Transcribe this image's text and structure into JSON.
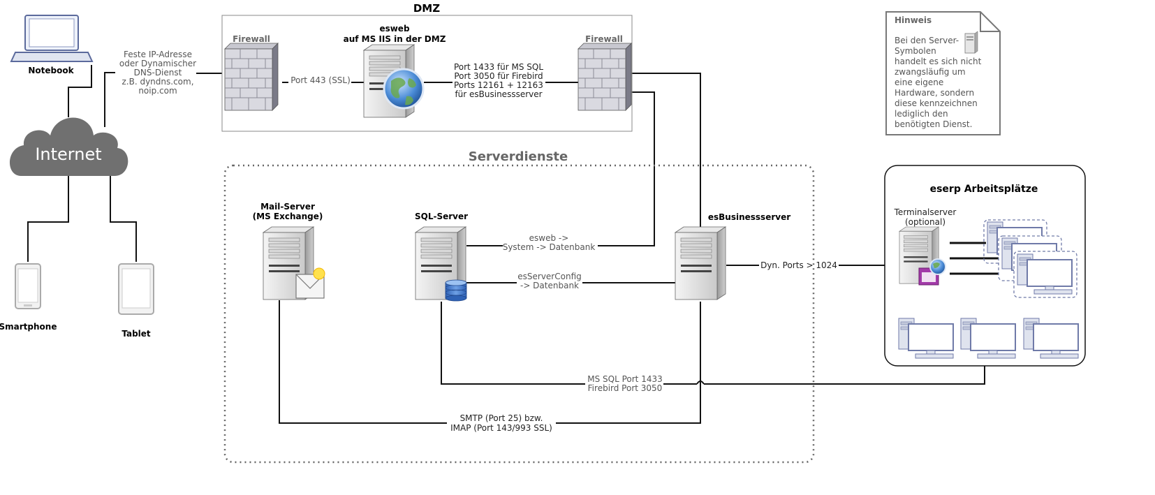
{
  "dmz": {
    "title": "DMZ",
    "firewall_left": "Firewall",
    "firewall_right": "Firewall",
    "esweb_title": "esweb",
    "esweb_subtitle": "auf MS IIS in der DMZ",
    "port_443": "Port 443 (SSL)",
    "ports_lines": [
      "Port 1433 für MS SQL",
      "Port 3050 für Firebird",
      "Ports 12161 + 12163",
      "für esBusinessserver"
    ]
  },
  "internet": {
    "label": "Internet",
    "notebook": "Notebook",
    "smartphone": "Smartphone",
    "tablet": "Tablet",
    "ip_lines": [
      "Feste IP-Adresse",
      "oder Dynamischer",
      "DNS-Dienst",
      "z.B. dyndns.com,",
      "noip.com"
    ]
  },
  "hinweis": {
    "title": "Hinweis",
    "lines": [
      "Bei den Server-",
      "Symbolen",
      "handelt es sich nicht",
      "zwangsläufig um",
      "eine eigene",
      "Hardware, sondern",
      "diese kennzeichnen",
      "lediglich den",
      "benötigten Dienst."
    ]
  },
  "serverdienste": {
    "title": "Serverdienste",
    "mail_title": "Mail-Server",
    "mail_subtitle": "(MS Exchange)",
    "sql_title": "SQL-Server",
    "esbusiness_title": "esBusinessserver",
    "conn_esweb": [
      "esweb ->",
      "System -> Datenbank"
    ],
    "conn_config": [
      "esServerConfig",
      "-> Datenbank"
    ],
    "conn_ports": "Dyn. Ports > 1024",
    "conn_sql": [
      "MS SQL Port 1433",
      "Firebird Port 3050"
    ],
    "conn_smtp": [
      "SMTP (Port 25) bzw.",
      "IMAP (Port 143/993 SSL)"
    ]
  },
  "workstations": {
    "title": "eserp Arbeitsplätze",
    "terminal_title": "Terminalserver",
    "terminal_subtitle": "(optional)"
  }
}
